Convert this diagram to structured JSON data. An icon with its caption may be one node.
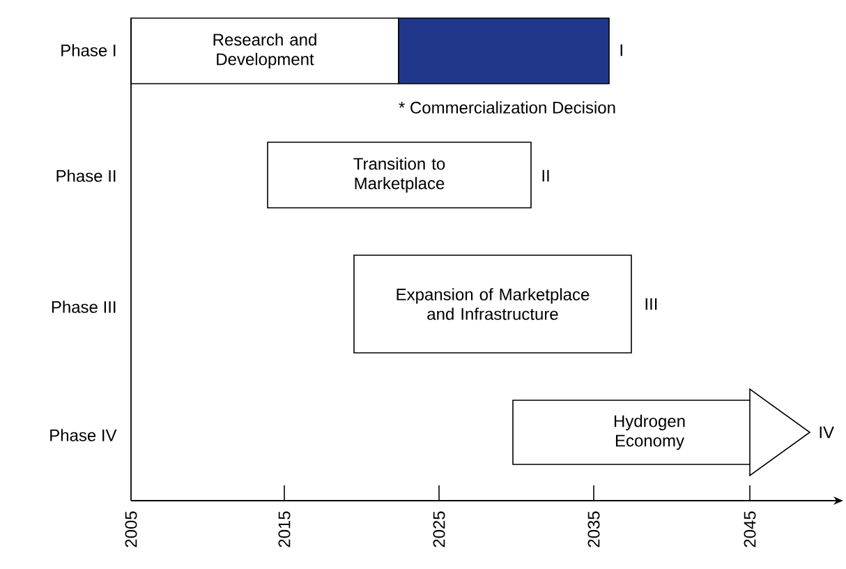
{
  "diagram": {
    "nodes": [
      {
        "text": [
          "Research and Development"
        ]
      },
      {
        "text": [],
        "shape": "box",
        "beside": [
          "I"
        ]
      },
      {
        "text": [
          "Transition to Marketplace"
        ],
        "beside": [
          "II"
        ]
      },
      {
        "text": [
          "Expansion of Marketplace and Infrastructure"
        ],
        "beside": [
          "III"
        ]
      },
      {
        "text": [
          "Hydrogen Economy"
        ],
        "beside": [
          "IV"
        ]
      }
    ],
    "labels": [
      "Phase I",
      "Phase II",
      "Phase III",
      "Phase IV",
      "* Commercialization Decision",
      "2005",
      "2015",
      "2025",
      "2035",
      "2045"
    ]
  }
}
